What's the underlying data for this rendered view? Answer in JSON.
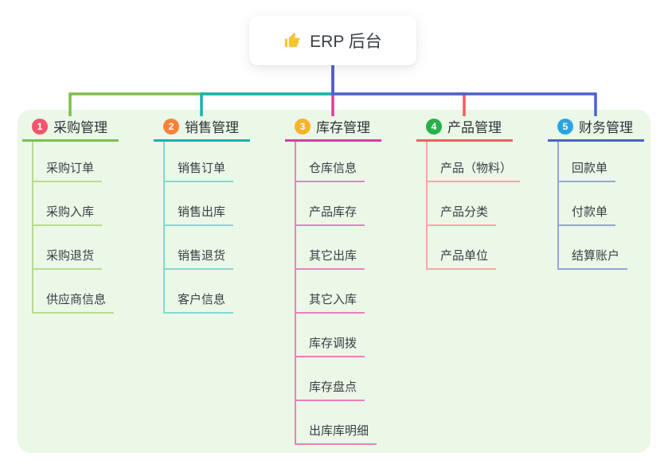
{
  "root": {
    "label": "ERP 后台",
    "icon": "thumbs-up-icon"
  },
  "branches": [
    {
      "index": "1",
      "title": "采购管理",
      "color": "#7CBE4F",
      "light_color": "#B7DC8F",
      "badge_color": "#F1566E",
      "children": [
        "采购订单",
        "采购入库",
        "采购退货",
        "供应商信息"
      ]
    },
    {
      "index": "2",
      "title": "销售管理",
      "color": "#12B6AC",
      "light_color": "#82DAD2",
      "badge_color": "#F88239",
      "children": [
        "销售订单",
        "销售出库",
        "销售退货",
        "客户信息"
      ]
    },
    {
      "index": "3",
      "title": "库存管理",
      "color": "#DF3A9C",
      "light_color": "#F07EC0",
      "badge_color": "#F6B42A",
      "children": [
        "仓库信息",
        "产品库存",
        "其它出库",
        "其它入库",
        "库存调拨",
        "库存盘点",
        "出库库明细"
      ]
    },
    {
      "index": "4",
      "title": "产品管理",
      "color": "#F75B5B",
      "light_color": "#FBA6A6",
      "badge_color": "#27B04C",
      "children": [
        "产品（物料）",
        "产品分类",
        "产品单位"
      ]
    },
    {
      "index": "5",
      "title": "财务管理",
      "color": "#4962D3",
      "light_color": "#93A5DD",
      "badge_color": "#2BA5E2",
      "children": [
        "回款单",
        "付款单",
        "结算账户"
      ]
    }
  ],
  "colors": {
    "panel_bg": "#EBF7E7",
    "root_connector": "#4962D3",
    "thumb_icon": "#F4C431"
  }
}
